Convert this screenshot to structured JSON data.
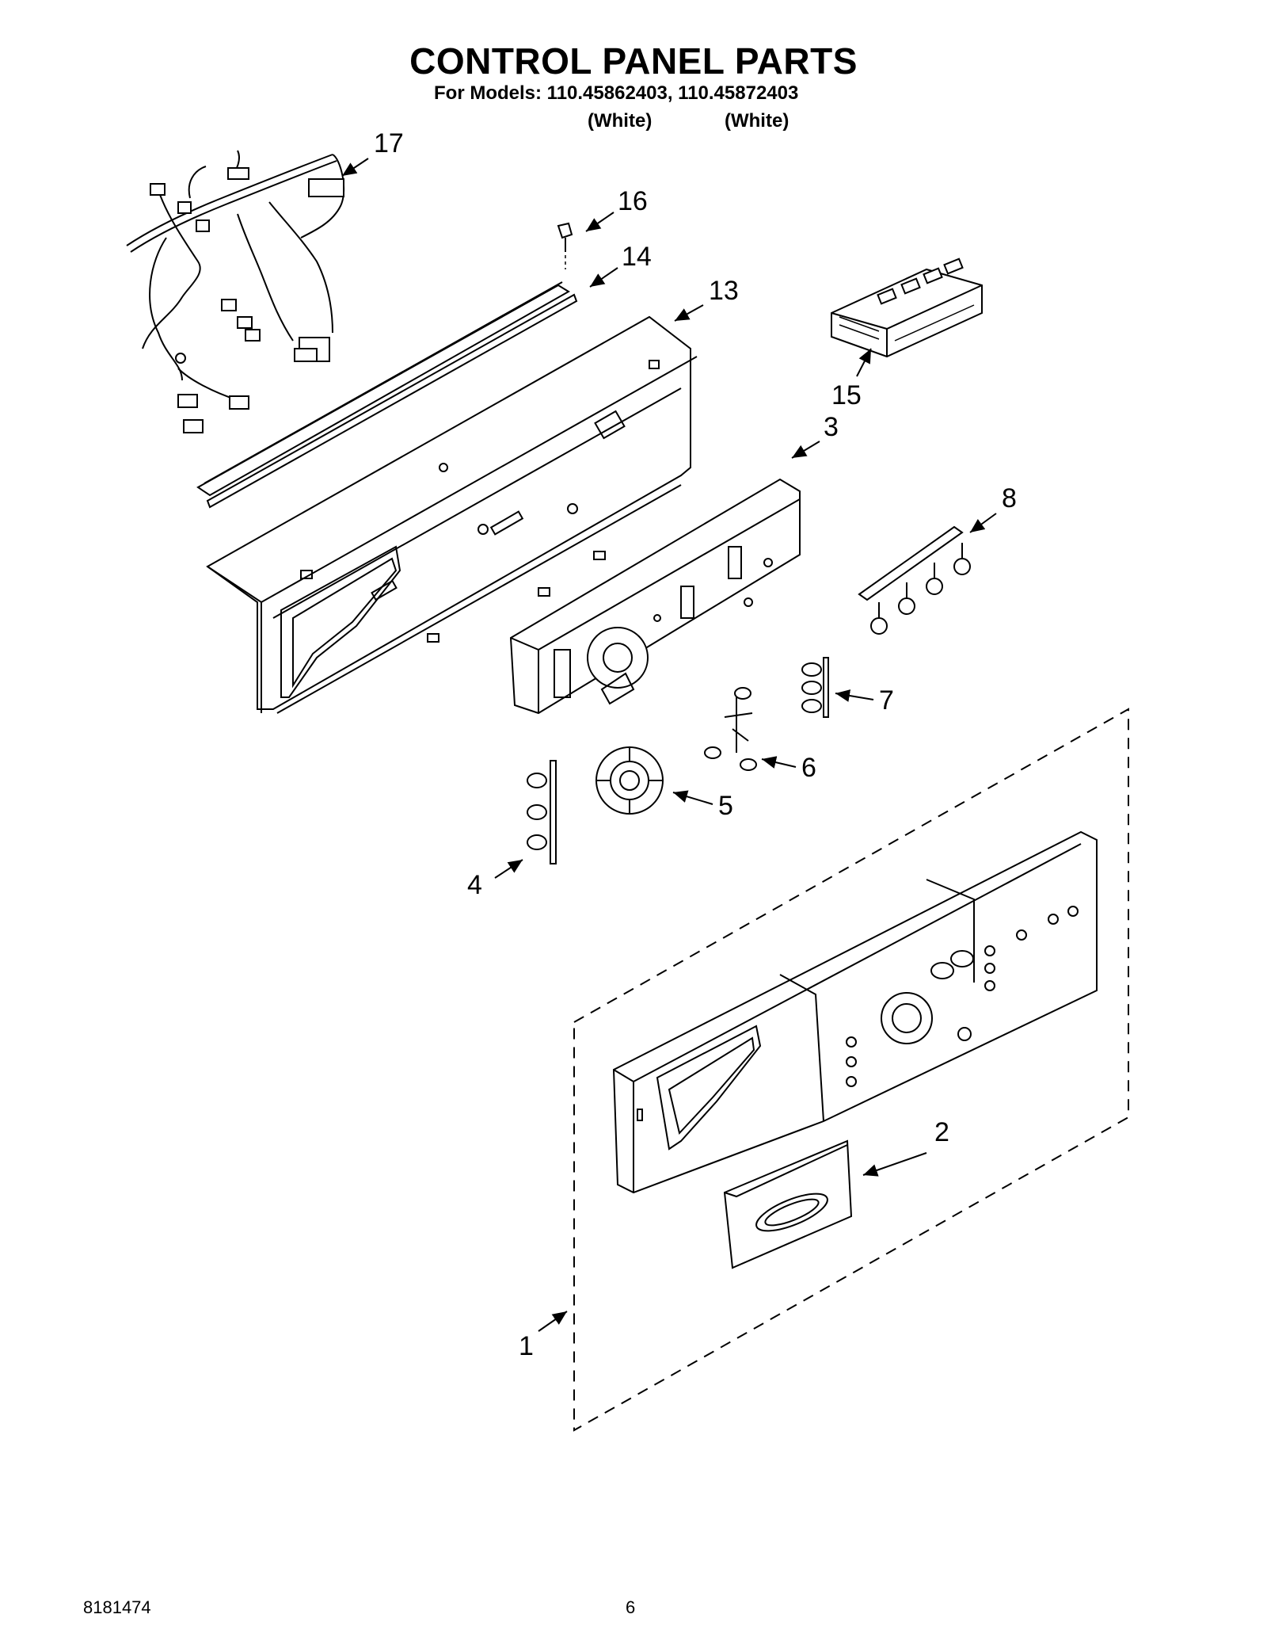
{
  "page": {
    "title": "CONTROL PANEL PARTS",
    "subtitle": "For Models: 110.45862403, 110.45872403",
    "model_colors": [
      "(White)",
      "(White)"
    ],
    "doc_number": "8181474",
    "page_number": "6"
  },
  "callouts": {
    "c1": "1",
    "c2": "2",
    "c3": "3",
    "c4": "4",
    "c5": "5",
    "c6": "6",
    "c7": "7",
    "c8": "8",
    "c13": "13",
    "c14": "14",
    "c15": "15",
    "c16": "16",
    "c17": "17"
  }
}
